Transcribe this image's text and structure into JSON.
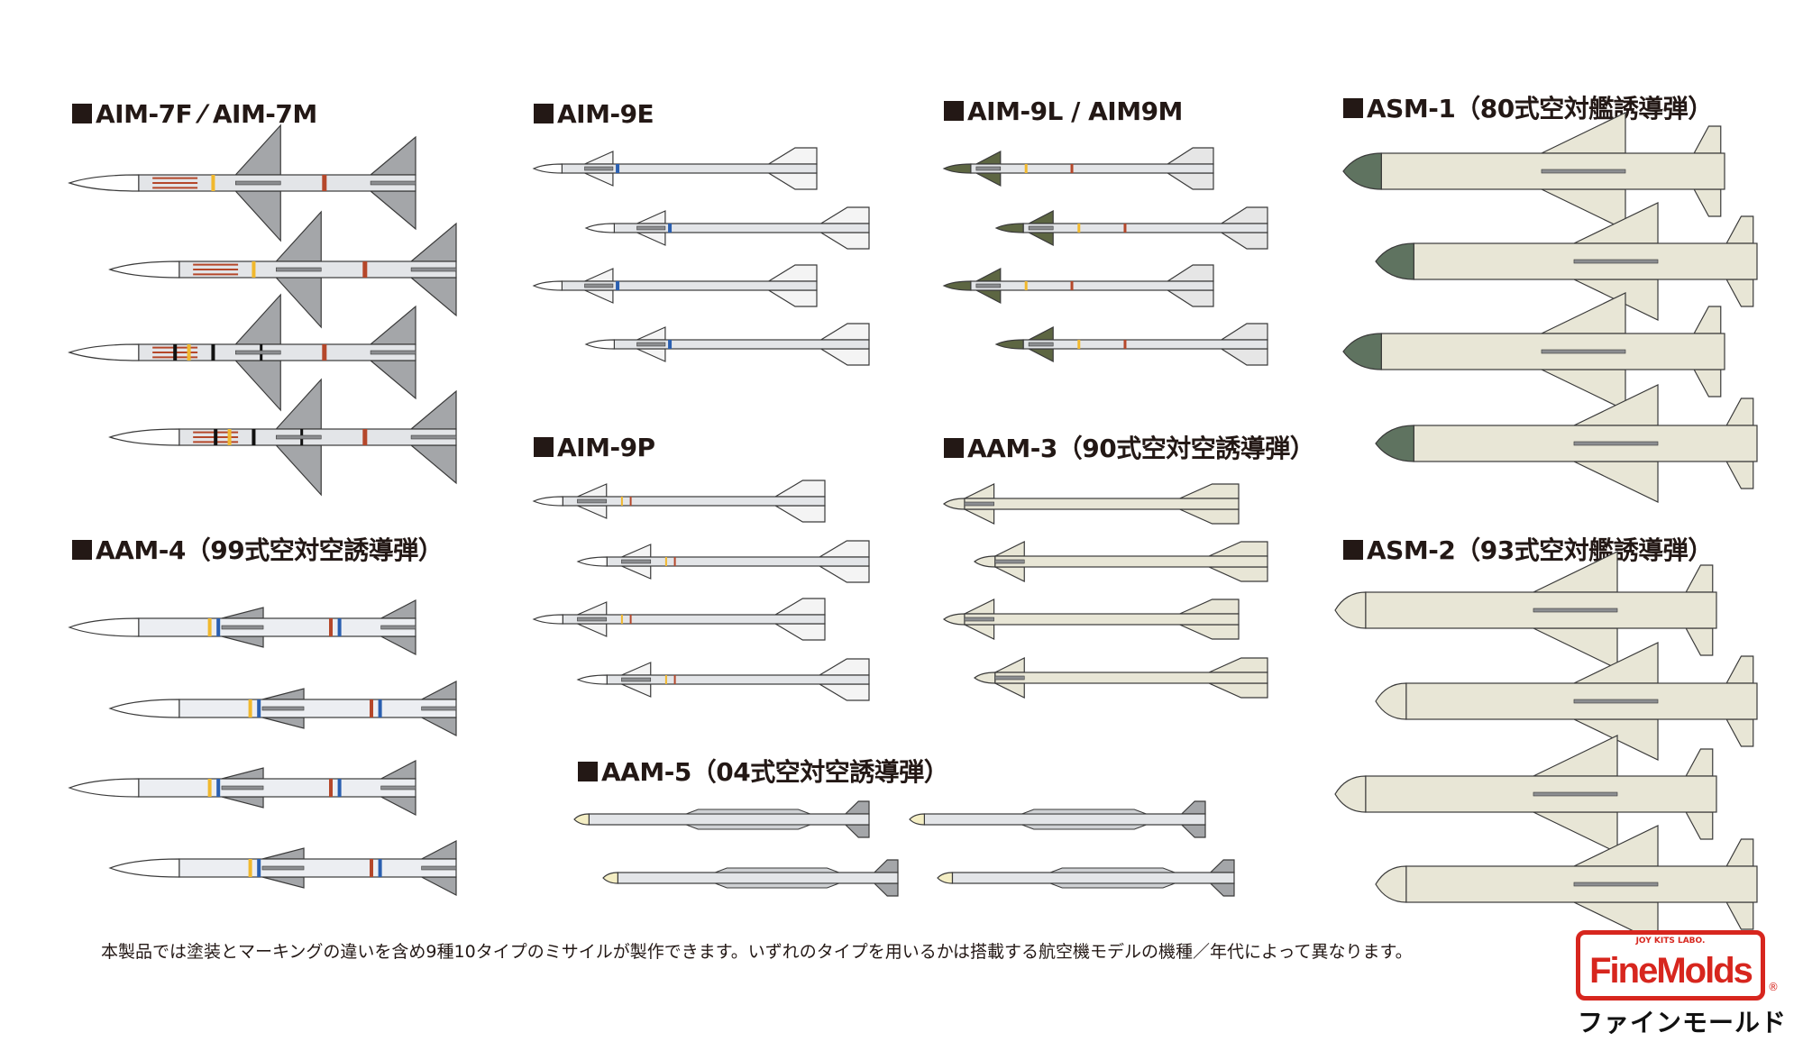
{
  "sections": {
    "aim7": {
      "title": "AIM-7F ⁄ AIM-7M"
    },
    "aim9e": {
      "title": "AIM-9E"
    },
    "aim9l": {
      "title": "AIM-9L / AIM9M"
    },
    "asm1": {
      "title": "ASM-1（80式空対艦誘導弾）"
    },
    "aim9p": {
      "title": "AIM-9P"
    },
    "aam3": {
      "title": "AAM-3（90式空対空誘導弾）"
    },
    "aam4": {
      "title": "AAM-4（99式空対空誘導弾）"
    },
    "asm2": {
      "title": "ASM-2（93式空対艦誘導弾）"
    },
    "aam5": {
      "title": "AAM-5（04式空対空誘導弾）"
    }
  },
  "note": "本製品では塗装とマーキングの違いを含め9種10タイプのミサイルが製作できます。いずれのタイプを用いるかは搭載する航空機モデルの機種／年代によって異なります。",
  "logo": {
    "main": "FineMolds",
    "sub": "JOY KITS LABO.",
    "registered": "®",
    "kana": "ファインモールド",
    "color": "#d7261e"
  },
  "colors": {
    "body_gray": "#e3e5e8",
    "fin_gray": "#a4a6a9",
    "outline": "#3a3a3a",
    "olive_nose": "#5d6642",
    "green_nose": "#5f7360",
    "cream_body": "#e8e6d6",
    "band_red": "#b5472a",
    "band_yellow": "#f1b82d",
    "band_blue": "#2a5fb0",
    "band_black": "#111111"
  }
}
